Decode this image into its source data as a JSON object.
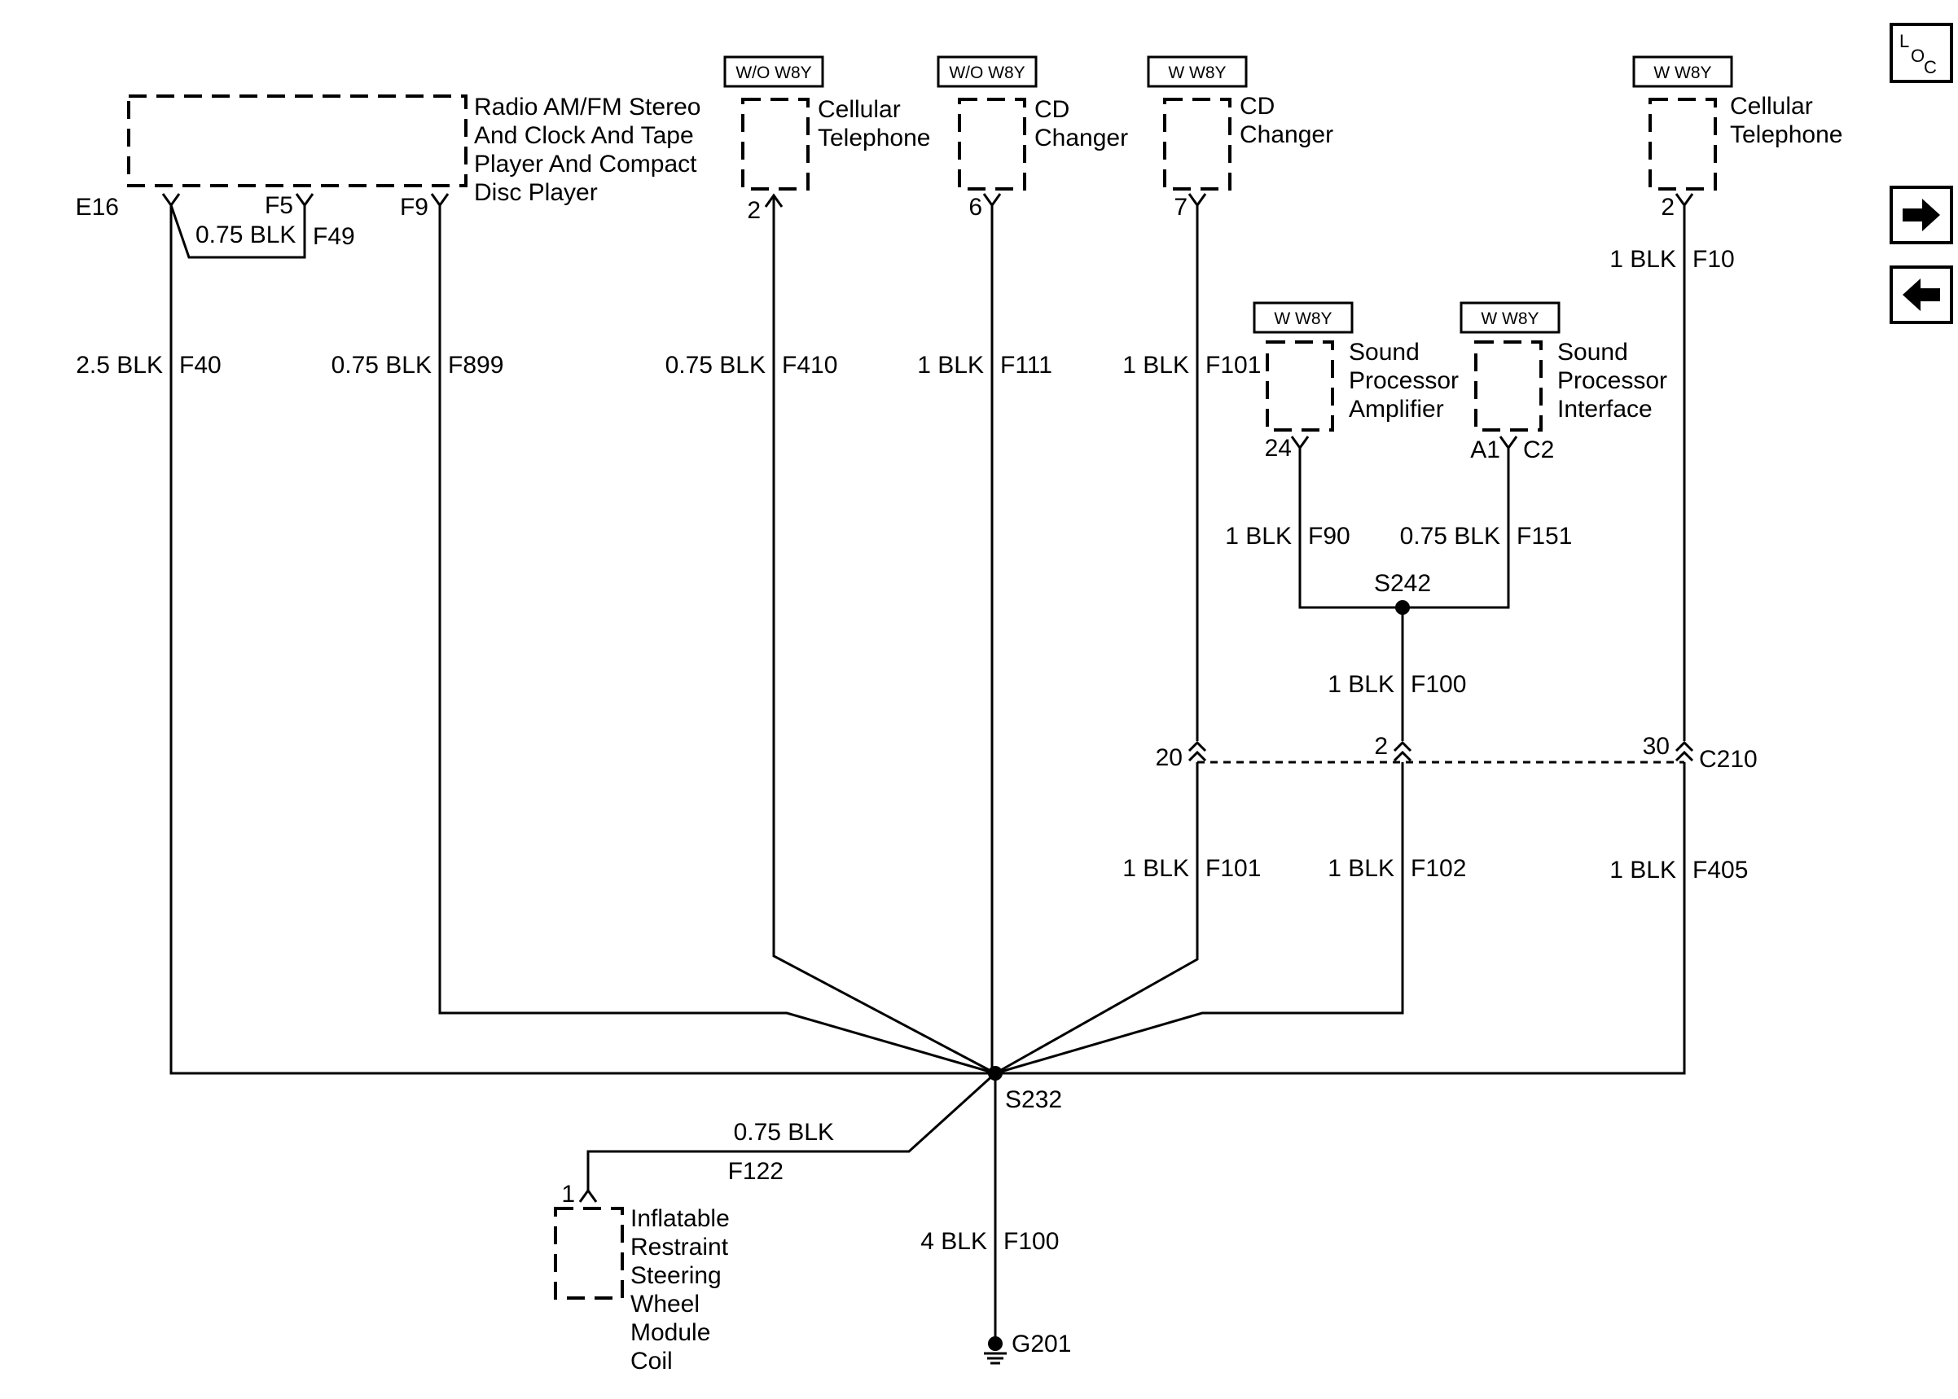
{
  "modules": {
    "radio": {
      "line1": "Radio AM/FM Stereo",
      "line2": "And Clock And Tape",
      "line3": "Player And Compact",
      "line4": "Disc Player",
      "pin_e16": "E16",
      "pin_f5": "F5",
      "pin_f9": "F9"
    },
    "cell_phone_wo": {
      "option": "W/O W8Y",
      "line1": "Cellular",
      "line2": "Telephone",
      "pin": "2"
    },
    "cd_changer_wo": {
      "option": "W/O W8Y",
      "line1": "CD",
      "line2": "Changer",
      "pin": "6"
    },
    "cd_changer_w": {
      "option": "W W8Y",
      "line1": "CD",
      "line2": "Changer",
      "pin": "7"
    },
    "cell_phone_w": {
      "option": "W W8Y",
      "line1": "Cellular",
      "line2": "Telephone",
      "pin": "2"
    },
    "sp_amplifier": {
      "option": "W W8Y",
      "line1": "Sound",
      "line2": "Processor",
      "line3": "Amplifier",
      "pin": "24"
    },
    "sp_interface": {
      "option": "W W8Y",
      "line1": "Sound",
      "line2": "Processor",
      "line3": "Interface",
      "pin_a1": "A1",
      "pin_c2": "C2"
    },
    "airbag_coil": {
      "line1": "Inflatable",
      "line2": "Restraint",
      "line3": "Steering",
      "line4": "Wheel",
      "line5": "Module",
      "line6": "Coil",
      "pin": "1"
    }
  },
  "wires": {
    "f49": {
      "gauge": "0.75 BLK",
      "circuit": "F49"
    },
    "f40": {
      "gauge": "2.5 BLK",
      "circuit": "F40"
    },
    "f899": {
      "gauge": "0.75 BLK",
      "circuit": "F899"
    },
    "f410": {
      "gauge": "0.75 BLK",
      "circuit": "F410"
    },
    "f111": {
      "gauge": "1 BLK",
      "circuit": "F111"
    },
    "f101_upper": {
      "gauge": "1 BLK",
      "circuit": "F101"
    },
    "f10": {
      "gauge": "1 BLK",
      "circuit": "F10"
    },
    "f90": {
      "gauge": "1 BLK",
      "circuit": "F90"
    },
    "f151": {
      "gauge": "0.75 BLK",
      "circuit": "F151"
    },
    "f100_upper": {
      "gauge": "1 BLK",
      "circuit": "F100"
    },
    "f101_lower": {
      "gauge": "1 BLK",
      "circuit": "F101"
    },
    "f102": {
      "gauge": "1 BLK",
      "circuit": "F102"
    },
    "f405": {
      "gauge": "1 BLK",
      "circuit": "F405"
    },
    "f122": {
      "gauge": "0.75 BLK",
      "circuit": "F122"
    },
    "f100_lower": {
      "gauge": "4 BLK",
      "circuit": "F100"
    }
  },
  "splices": {
    "s242": "S242",
    "s232": "S232"
  },
  "connector_c210": {
    "name": "C210",
    "pin_20": "20",
    "pin_2": "2",
    "pin_30": "30"
  },
  "ground": {
    "name": "G201"
  },
  "nav": {
    "loc_l": "L",
    "loc_o": "O",
    "loc_c": "C",
    "forward_icon": "arrow-right-icon",
    "back_icon": "arrow-left-icon"
  }
}
